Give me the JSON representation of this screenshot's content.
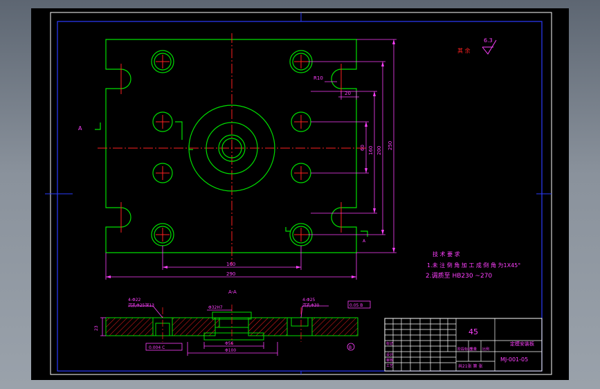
{
  "drawing": {
    "roughness_symbol": {
      "value": "6.3",
      "label": "其 余"
    },
    "plan_dims": {
      "r10": "R10",
      "d20": "20",
      "d160v": "160",
      "d200v": "200",
      "d250v": "250",
      "d160h": "160",
      "d290h": "290",
      "extra_v": "60"
    },
    "section": {
      "label": "A-A",
      "mark": "A",
      "holes_left": "4-Φ22",
      "holes_left2": "沉孔Φ25深13",
      "center_top": "Φ32H7",
      "holes_right": "4-Φ25",
      "holes_right2": "沉孔Φ30",
      "tol_right": "0.05 B",
      "dim_h_left": "23",
      "dim_bottom_1": "Φ56",
      "dim_bottom_2": "Φ100",
      "datum_left": "0.004 C",
      "datum_b": "B"
    },
    "notes": {
      "title": "技 术 要 求",
      "line1": "1.未 注 倒 角 加 工 成 倒 角 为1X45°",
      "line2": "2.调质至 HB230 ~270"
    },
    "title_block": {
      "material": "45",
      "part_name": "定模安装板",
      "drawing_no": "MJ-001-05",
      "sheet_info": "共21张 第 张",
      "row_labels": [
        "标记",
        "设计",
        "审核",
        "工艺"
      ],
      "stage_labels": [
        "阶段标记",
        "重量",
        "比例"
      ]
    }
  }
}
